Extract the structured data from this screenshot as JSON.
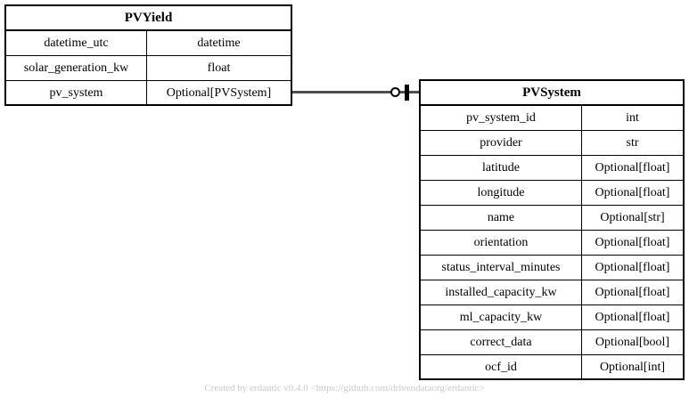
{
  "diagram": {
    "kind": "entity-relationship-diagram",
    "background_color": "#ffffff",
    "line_color": "#000000",
    "connector_color": "#4d4d4d"
  },
  "entities": [
    {
      "name": "PVYield",
      "title": "PVYield",
      "fields": [
        {
          "name": "datetime_utc",
          "type": "datetime"
        },
        {
          "name": "solar_generation_kw",
          "type": "float"
        },
        {
          "name": "pv_system",
          "type": "Optional[PVSystem]"
        }
      ]
    },
    {
      "name": "PVSystem",
      "title": "PVSystem",
      "fields": [
        {
          "name": "pv_system_id",
          "type": "int"
        },
        {
          "name": "provider",
          "type": "str"
        },
        {
          "name": "latitude",
          "type": "Optional[float]"
        },
        {
          "name": "longitude",
          "type": "Optional[float]"
        },
        {
          "name": "name",
          "type": "Optional[str]"
        },
        {
          "name": "orientation",
          "type": "Optional[float]"
        },
        {
          "name": "status_interval_minutes",
          "type": "Optional[float]"
        },
        {
          "name": "installed_capacity_kw",
          "type": "Optional[float]"
        },
        {
          "name": "ml_capacity_kw",
          "type": "Optional[float]"
        },
        {
          "name": "correct_data",
          "type": "Optional[bool]"
        },
        {
          "name": "ocf_id",
          "type": "Optional[int]"
        }
      ]
    }
  ],
  "relationship": {
    "source_entity": "PVYield",
    "source_field": "pv_system",
    "target_entity": "PVSystem",
    "target_cardinality": "zero-or-one",
    "notation": "crows-foot"
  },
  "footer": {
    "text": "Created by erdantic v0.4.0 <https://github.com/drivendataorg/erdantic>"
  }
}
